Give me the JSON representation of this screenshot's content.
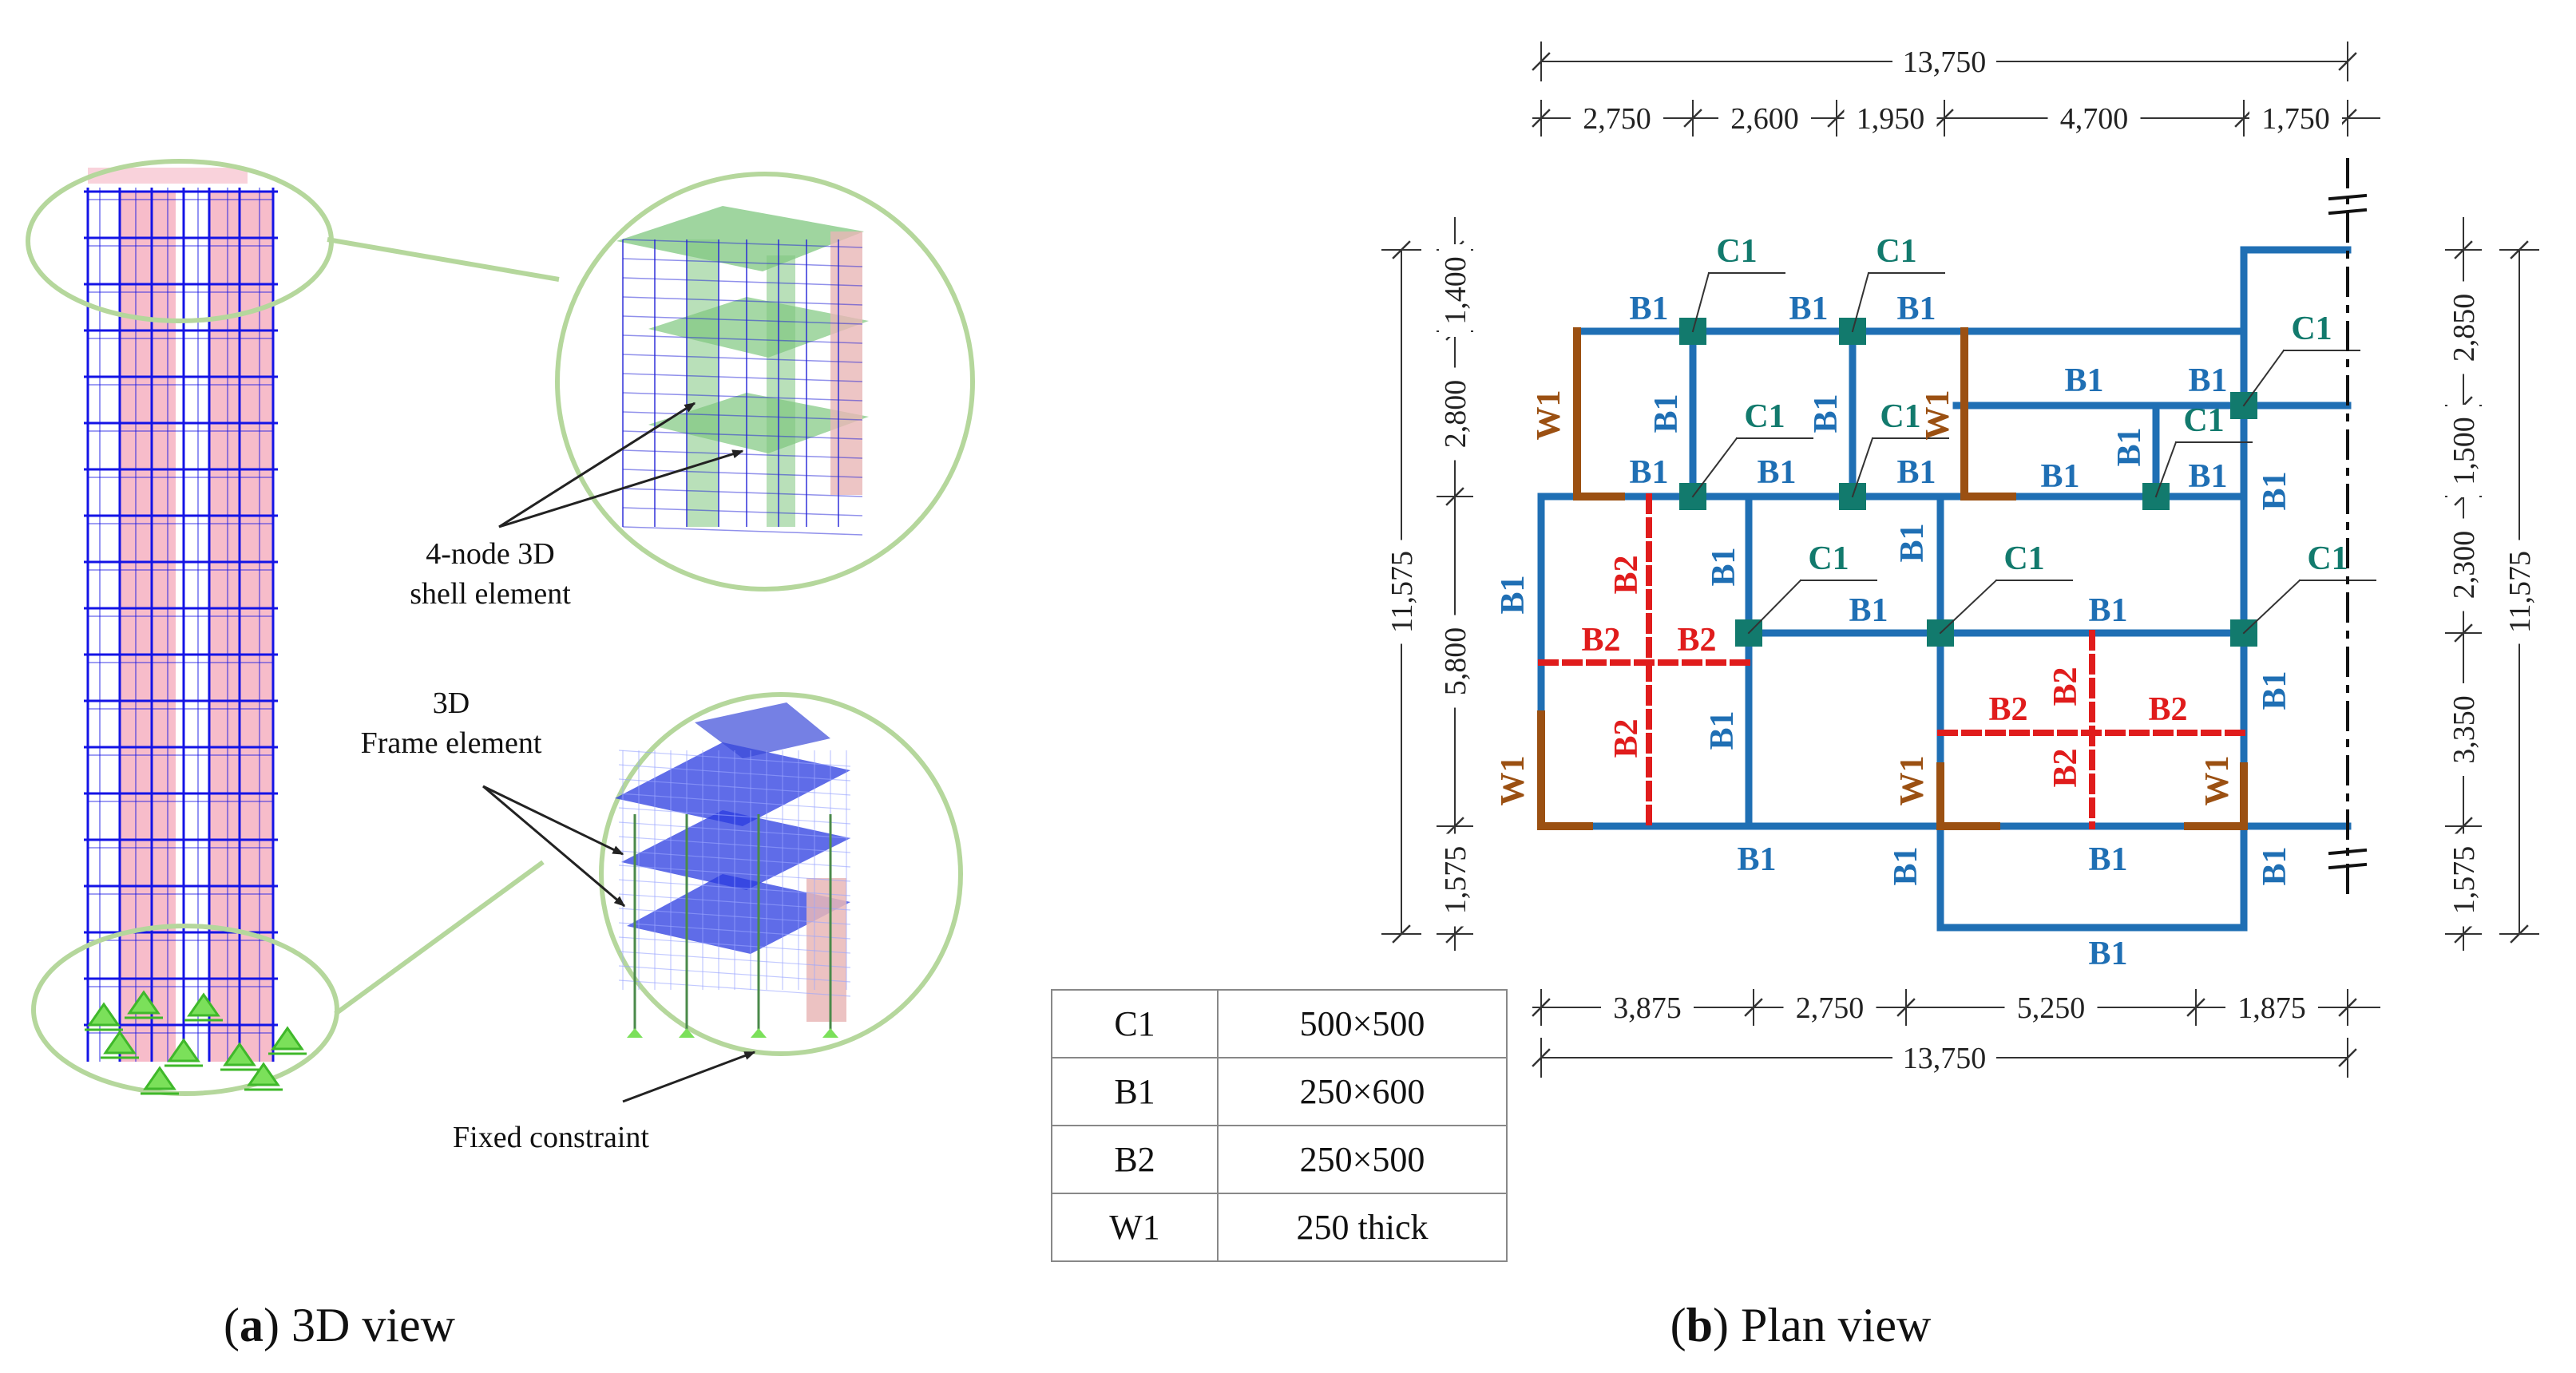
{
  "panel_a": {
    "callouts": {
      "shell_line1": "4-node 3D",
      "shell_line2": "shell element",
      "frame_line1": "3D",
      "frame_line2": "Frame element",
      "fixed": "Fixed constraint"
    },
    "caption_letter": "a",
    "caption_text": " 3D view"
  },
  "panel_b": {
    "caption_letter": "b",
    "caption_text": " Plan view",
    "labels": {
      "c1": "C1",
      "b1": "B1",
      "b2": "B2",
      "w1": "W1"
    },
    "dims": {
      "top_total": "13,750",
      "top_segments": [
        "2,750",
        "2,600",
        "1,950",
        "4,700",
        "1,750"
      ],
      "bottom_segments": [
        "3,875",
        "2,750",
        "5,250",
        "1,875"
      ],
      "bottom_total": "13,750",
      "left_total": "11,575",
      "left_segments": [
        "1,400",
        "2,800",
        "5,800",
        "1,575"
      ],
      "right_segments": [
        "2,850",
        "1,500",
        "2,300",
        "3,350",
        "1,575"
      ],
      "right_total": "11,575"
    },
    "legend": [
      {
        "member": "C1",
        "size": "500×500"
      },
      {
        "member": "B1",
        "size": "250×600"
      },
      {
        "member": "B2",
        "size": "250×500"
      },
      {
        "member": "W1",
        "size": "250 thick"
      }
    ],
    "colors": {
      "beam": "#1f6fb4",
      "column": "#127a6d",
      "wall": "#9b5012",
      "secondary_beam": "#e01c1c",
      "dimension": "#333333"
    }
  }
}
